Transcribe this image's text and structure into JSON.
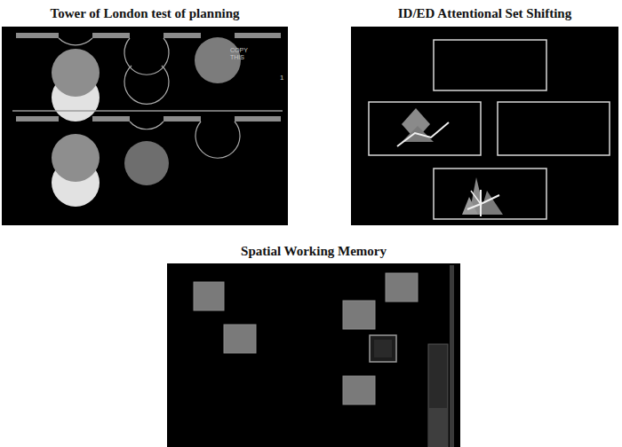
{
  "diagram": {
    "nodes": [
      {
        "text": [
          "Tower of London test of planning",
          "COPY THIS",
          "1"
        ]
      },
      {
        "text": [
          "ID/ED Attentional Set Shifting"
        ]
      },
      {
        "text": [
          "Spatial Working Memory"
        ]
      }
    ]
  }
}
